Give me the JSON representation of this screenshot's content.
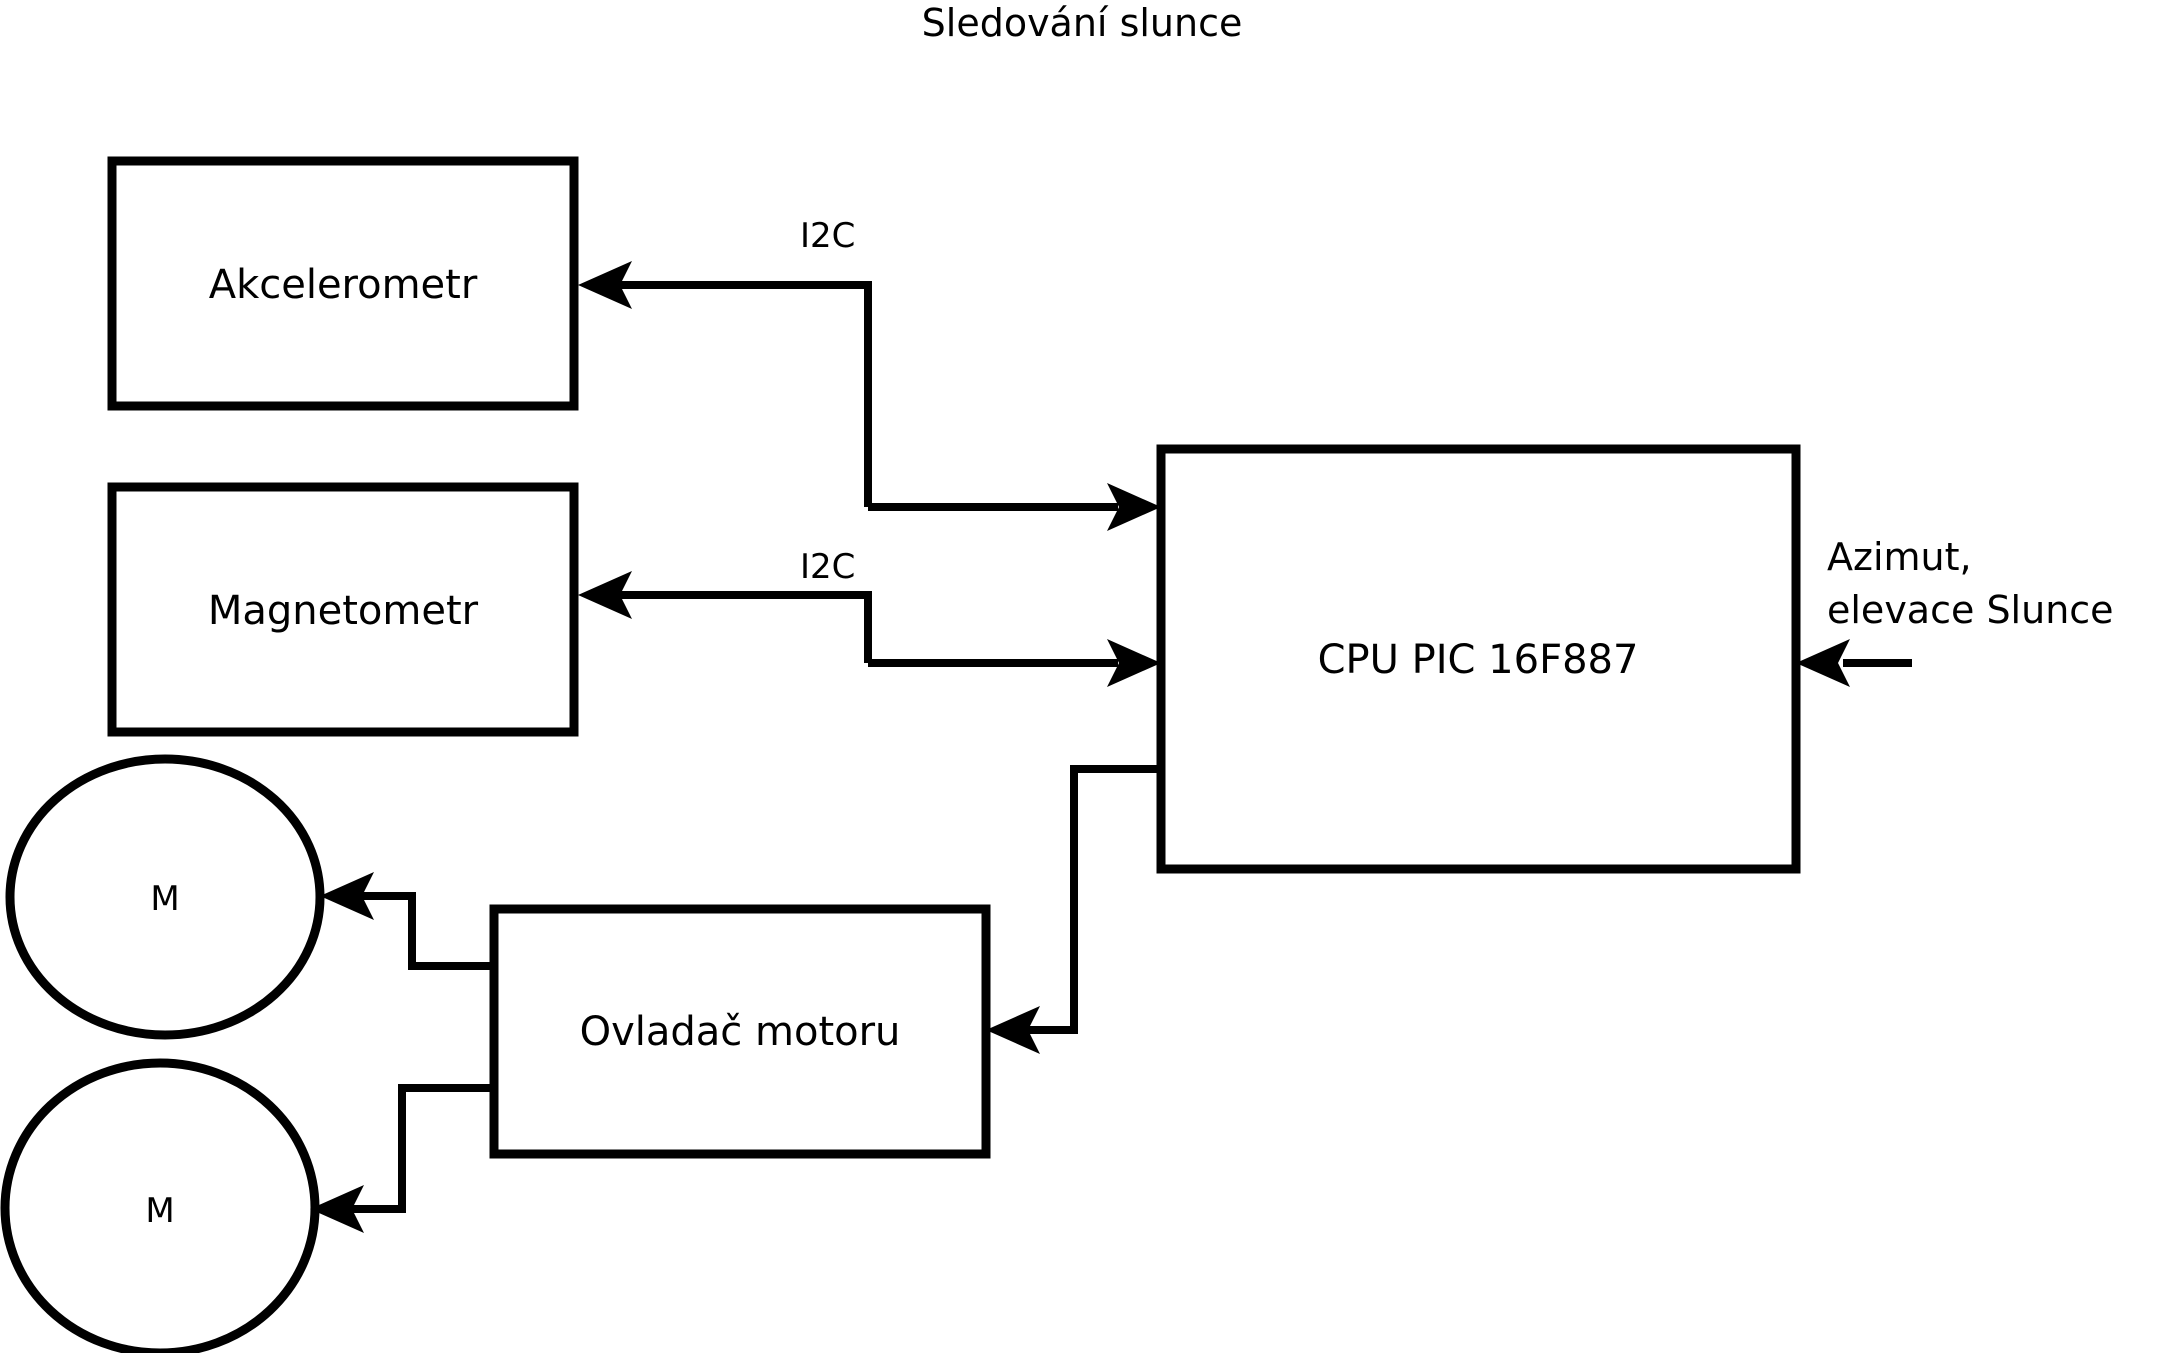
{
  "diagram": {
    "title": "Sledování slunce",
    "language": "cs",
    "type": "block-diagram",
    "background_color": "#ffffff",
    "line_color": "#000000",
    "nodes": [
      {
        "id": "akcelerometr",
        "label": "Akcelerometr",
        "shape": "rectangle"
      },
      {
        "id": "magnetometr",
        "label": "Magnetometr",
        "shape": "rectangle"
      },
      {
        "id": "cpu",
        "label": "CPU PIC 16F887",
        "shape": "rectangle"
      },
      {
        "id": "ovladac",
        "label": "Ovladač motoru",
        "shape": "rectangle"
      },
      {
        "id": "motor-1",
        "label": "M",
        "shape": "circle"
      },
      {
        "id": "motor-2",
        "label": "M",
        "shape": "circle"
      }
    ],
    "edges": [
      {
        "id": "cpu-to-akcelerometr",
        "from": "cpu",
        "to": "akcelerometr",
        "label": "I2C"
      },
      {
        "id": "akcelerometr-to-cpu",
        "from": "akcelerometr",
        "to": "cpu",
        "label": ""
      },
      {
        "id": "cpu-to-magnetometr",
        "from": "cpu",
        "to": "magnetometr",
        "label": "I2C"
      },
      {
        "id": "magnetometr-to-cpu",
        "from": "magnetometr",
        "to": "cpu",
        "label": ""
      },
      {
        "id": "cpu-to-ovladac",
        "from": "cpu",
        "to": "ovladac",
        "label": ""
      },
      {
        "id": "ovladac-to-motor-1",
        "from": "ovladac",
        "to": "motor-1",
        "label": ""
      },
      {
        "id": "ovladac-to-motor-2",
        "from": "ovladac",
        "to": "motor-2",
        "label": ""
      },
      {
        "id": "input-to-cpu",
        "from": "external-input",
        "to": "cpu",
        "label": "Azimut, elevace Slunce"
      }
    ],
    "wire_labels": {
      "i2c_top": "I2C",
      "i2c_bottom": "I2C"
    },
    "io_label": {
      "line1": "Azimut,",
      "line2": "elevace Slunce"
    }
  }
}
